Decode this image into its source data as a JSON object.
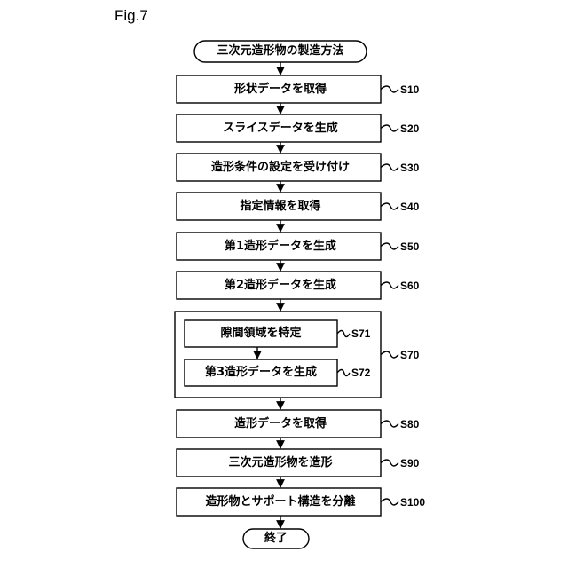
{
  "figure_label": "Fig.7",
  "start_label": "三次元造形物の製造方法",
  "end_label": "終了",
  "steps": [
    {
      "id": "S10",
      "label": "形状データを取得"
    },
    {
      "id": "S20",
      "label": "スライスデータを生成"
    },
    {
      "id": "S30",
      "label": "造形条件の設定を受け付け"
    },
    {
      "id": "S40",
      "label": "指定情報を取得"
    },
    {
      "id": "S50",
      "label": "第1造形データを生成"
    },
    {
      "id": "S60",
      "label": "第2造形データを生成"
    },
    {
      "id": "S70",
      "label": ""
    },
    {
      "id": "S80",
      "label": "造形データを取得"
    },
    {
      "id": "S90",
      "label": "三次元造形物を造形"
    },
    {
      "id": "S100",
      "label": "造形物とサポート構造を分離"
    }
  ],
  "substeps": [
    {
      "id": "S71",
      "label": "隙間領域を特定"
    },
    {
      "id": "S72",
      "label": "第3造形データを生成"
    }
  ]
}
